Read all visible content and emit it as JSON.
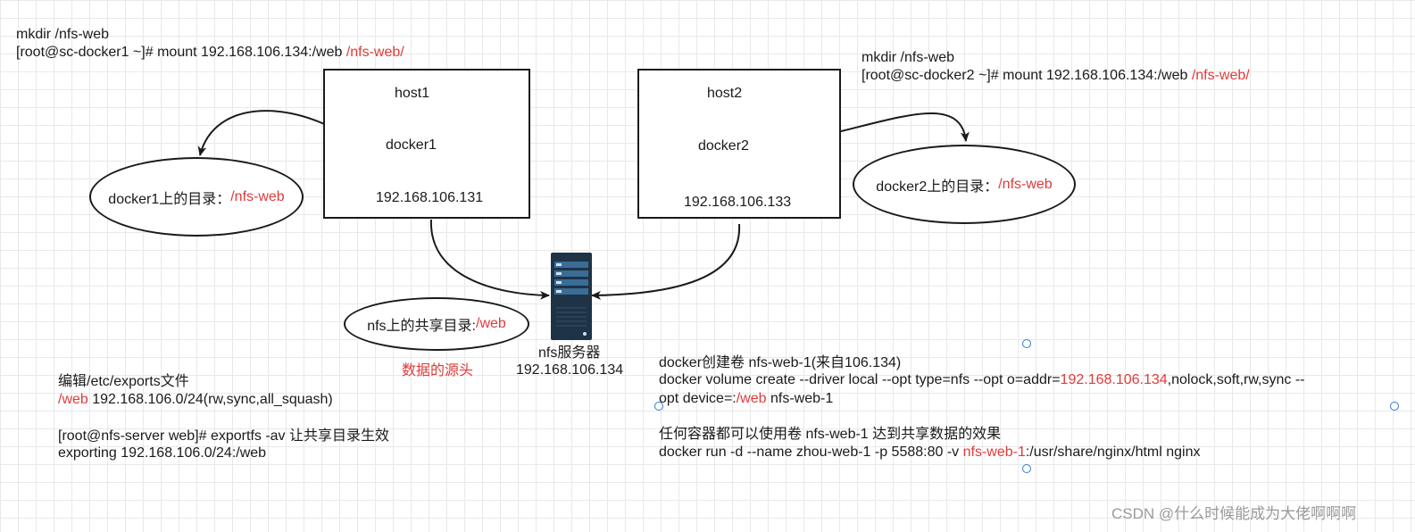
{
  "host1": {
    "mount_cmd_line1": "mkdir /nfs-web",
    "mount_cmd_prefix": "[root@sc-docker1 ~]# mount 192.168.106.134:/web ",
    "mount_cmd_target": "/nfs-web/",
    "title": "host1",
    "container": "docker1",
    "ip": "192.168.106.131",
    "dir_label": "docker1上的目录：",
    "dir_path": "/nfs-web"
  },
  "host2": {
    "mount_cmd_line1": "mkdir /nfs-web",
    "mount_cmd_prefix": "[root@sc-docker2 ~]# mount 192.168.106.134:/web ",
    "mount_cmd_target": "/nfs-web/",
    "title": "host2",
    "container": "docker2",
    "ip": "192.168.106.133",
    "dir_label": "docker2上的目录：",
    "dir_path": "/nfs-web"
  },
  "nfs_server": {
    "icon": "server-icon",
    "name": "nfs服务器",
    "ip": "192.168.106.134",
    "share_label": "nfs上的共享目录:",
    "share_path": "/web",
    "source_note": "数据的源头"
  },
  "exports_note": {
    "line1": "编辑/etc/exports文件",
    "line2_path": "/web",
    "line2_rest": "  192.168.106.0/24(rw,sync,all_squash)",
    "line3": "[root@nfs-server web]# exportfs -av  让共享目录生效",
    "line4": "exporting 192.168.106.0/24:/web"
  },
  "volume_note": {
    "line1": "docker创建卷 nfs-web-1(来自106.134)",
    "line2_prefix": "docker volume create --driver local --opt type=nfs --opt  o=addr=",
    "line2_ip": "192.168.106.134",
    "line2_suffix": ",nolock,soft,rw,sync  --",
    "line3_prefix": "opt  device=:",
    "line3_path": "/web",
    "line3_suffix": " nfs-web-1",
    "line4": "任何容器都可以使用卷 nfs-web-1 达到共享数据的效果",
    "line5_prefix": "docker run -d --name zhou-web-1 -p 5588:80 -v ",
    "line5_volume": "nfs-web-1",
    "line5_suffix": ":/usr/share/nginx/html nginx"
  },
  "watermark": "CSDN @什么时候能成为大佬啊啊啊",
  "colors": {
    "accent_red": "#e03a3a",
    "line": "#1a1a1a",
    "handle": "#2b7cd3",
    "server": "#1f3346"
  }
}
